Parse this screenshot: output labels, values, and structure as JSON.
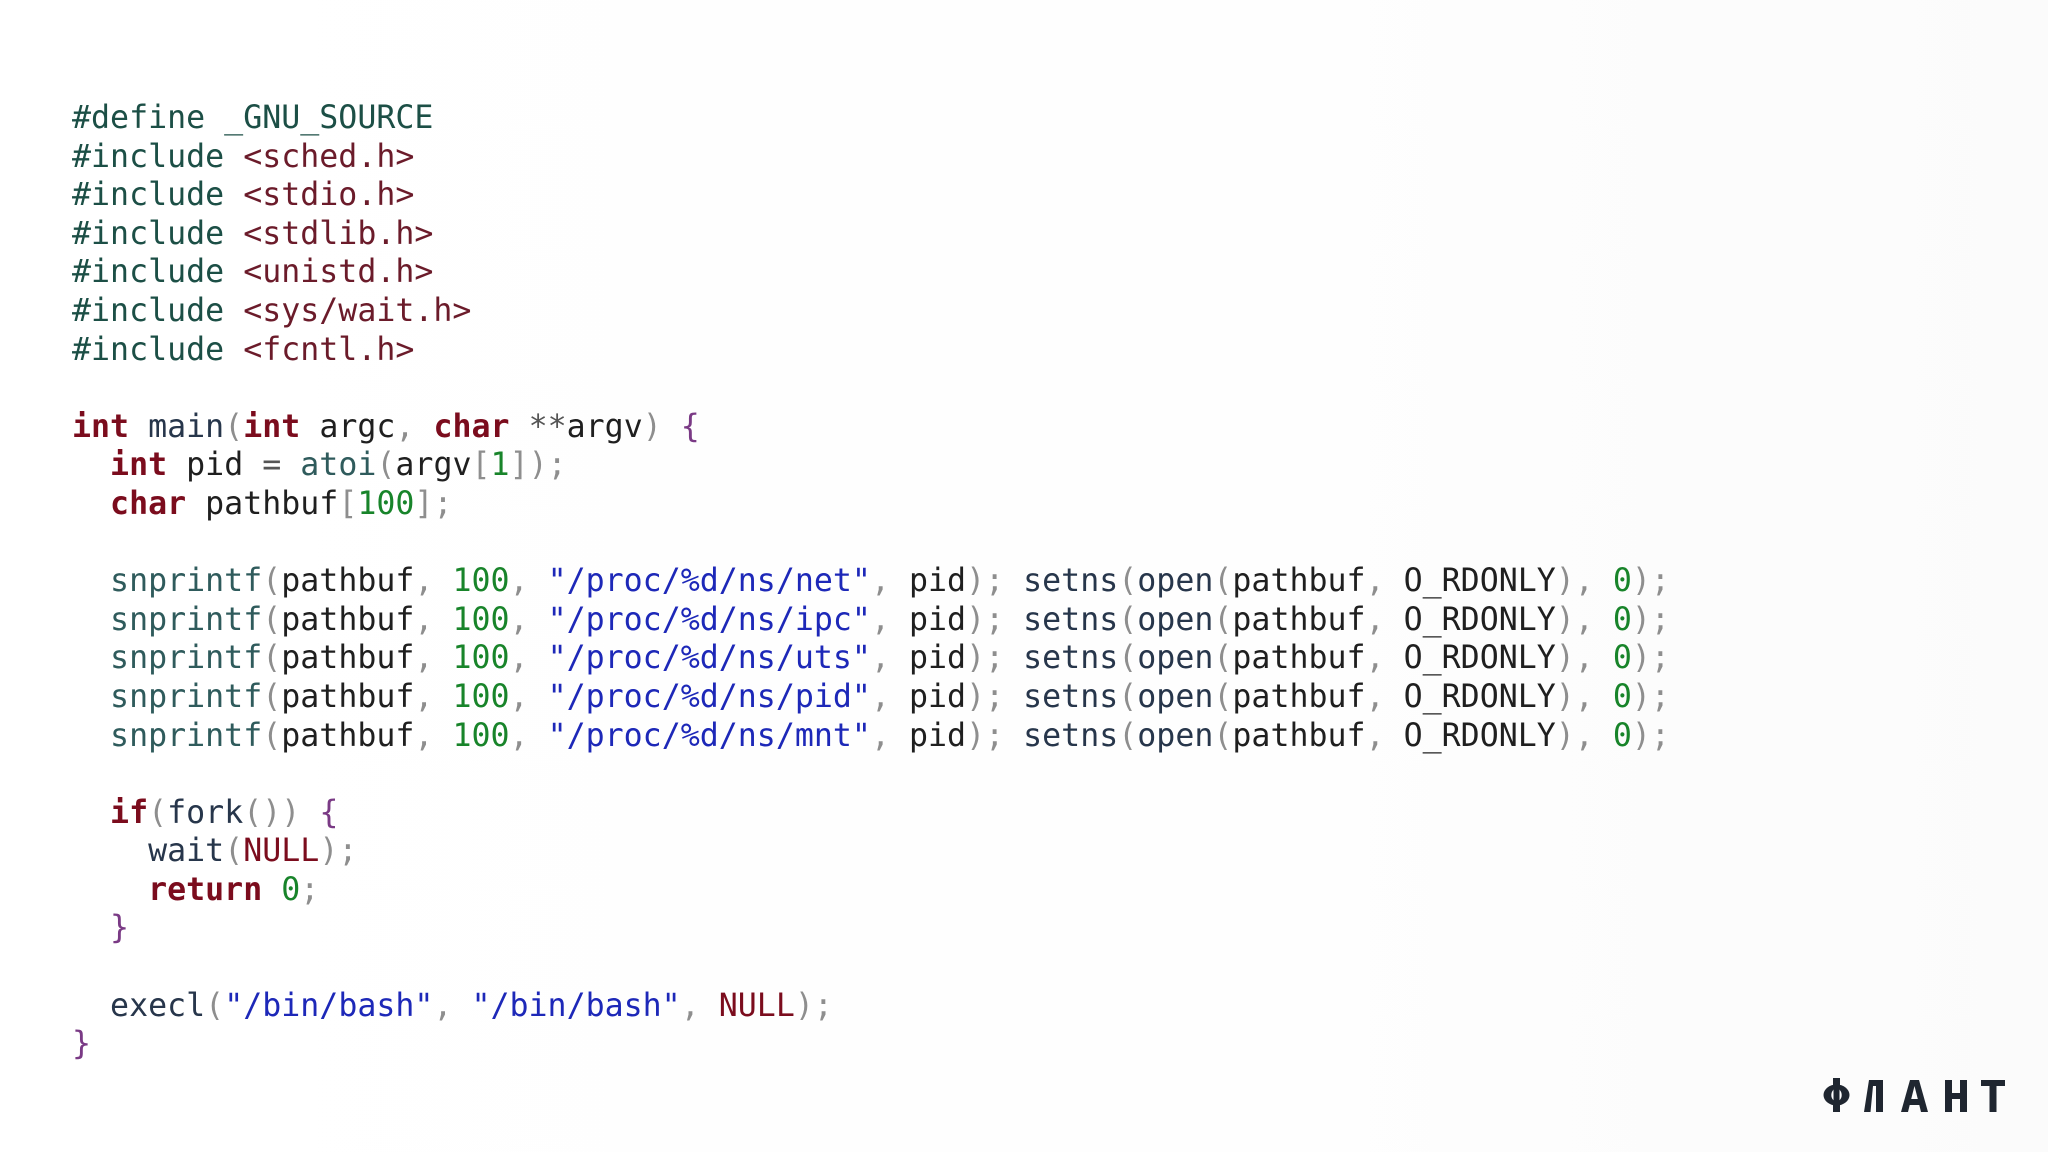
{
  "slide": {
    "brand": "ФЛАНТ",
    "code_lines": [
      [
        {
          "t": "#define ",
          "c": "pp"
        },
        {
          "t": "_GNU_SOURCE",
          "c": "pp"
        }
      ],
      [
        {
          "t": "#include ",
          "c": "pp"
        },
        {
          "t": "<sched.h>",
          "c": "inc"
        }
      ],
      [
        {
          "t": "#include ",
          "c": "pp"
        },
        {
          "t": "<stdio.h>",
          "c": "inc"
        }
      ],
      [
        {
          "t": "#include ",
          "c": "pp"
        },
        {
          "t": "<stdlib.h>",
          "c": "inc"
        }
      ],
      [
        {
          "t": "#include ",
          "c": "pp"
        },
        {
          "t": "<unistd.h>",
          "c": "inc"
        }
      ],
      [
        {
          "t": "#include ",
          "c": "pp"
        },
        {
          "t": "<sys/wait.h>",
          "c": "inc"
        }
      ],
      [
        {
          "t": "#include ",
          "c": "pp"
        },
        {
          "t": "<fcntl.h>",
          "c": "inc"
        }
      ],
      [],
      [
        {
          "t": "int",
          "c": "kw"
        },
        {
          "t": " main",
          "c": "fn"
        },
        {
          "t": "(",
          "c": "punc"
        },
        {
          "t": "int",
          "c": "kw"
        },
        {
          "t": " argc",
          "c": "id"
        },
        {
          "t": ", ",
          "c": "punc"
        },
        {
          "t": "char",
          "c": "kw"
        },
        {
          "t": " **",
          "c": "op"
        },
        {
          "t": "argv",
          "c": "id"
        },
        {
          "t": ") ",
          "c": "punc"
        },
        {
          "t": "{",
          "c": "br"
        }
      ],
      [
        {
          "t": "  ",
          "c": "id"
        },
        {
          "t": "int",
          "c": "kw"
        },
        {
          "t": " pid ",
          "c": "id"
        },
        {
          "t": "= ",
          "c": "op"
        },
        {
          "t": "atoi",
          "c": "fnc"
        },
        {
          "t": "(",
          "c": "punc"
        },
        {
          "t": "argv",
          "c": "id"
        },
        {
          "t": "[",
          "c": "punc"
        },
        {
          "t": "1",
          "c": "num"
        },
        {
          "t": "]);",
          "c": "punc"
        }
      ],
      [
        {
          "t": "  ",
          "c": "id"
        },
        {
          "t": "char",
          "c": "kw"
        },
        {
          "t": " pathbuf",
          "c": "id"
        },
        {
          "t": "[",
          "c": "punc"
        },
        {
          "t": "100",
          "c": "num"
        },
        {
          "t": "];",
          "c": "punc"
        }
      ],
      [],
      [
        {
          "t": "  ",
          "c": "id"
        },
        {
          "t": "snprintf",
          "c": "fnc"
        },
        {
          "t": "(",
          "c": "punc"
        },
        {
          "t": "pathbuf",
          "c": "id"
        },
        {
          "t": ", ",
          "c": "punc"
        },
        {
          "t": "100",
          "c": "num"
        },
        {
          "t": ", ",
          "c": "punc"
        },
        {
          "t": "\"/proc/%d/ns/net\"",
          "c": "str"
        },
        {
          "t": ", ",
          "c": "punc"
        },
        {
          "t": "pid",
          "c": "id"
        },
        {
          "t": "); ",
          "c": "punc"
        },
        {
          "t": "setns",
          "c": "fn"
        },
        {
          "t": "(",
          "c": "punc"
        },
        {
          "t": "open",
          "c": "fn"
        },
        {
          "t": "(",
          "c": "punc"
        },
        {
          "t": "pathbuf",
          "c": "id"
        },
        {
          "t": ", ",
          "c": "punc"
        },
        {
          "t": "O_RDONLY",
          "c": "id"
        },
        {
          "t": "), ",
          "c": "punc"
        },
        {
          "t": "0",
          "c": "num"
        },
        {
          "t": ");",
          "c": "punc"
        }
      ],
      [
        {
          "t": "  ",
          "c": "id"
        },
        {
          "t": "snprintf",
          "c": "fnc"
        },
        {
          "t": "(",
          "c": "punc"
        },
        {
          "t": "pathbuf",
          "c": "id"
        },
        {
          "t": ", ",
          "c": "punc"
        },
        {
          "t": "100",
          "c": "num"
        },
        {
          "t": ", ",
          "c": "punc"
        },
        {
          "t": "\"/proc/%d/ns/ipc\"",
          "c": "str"
        },
        {
          "t": ", ",
          "c": "punc"
        },
        {
          "t": "pid",
          "c": "id"
        },
        {
          "t": "); ",
          "c": "punc"
        },
        {
          "t": "setns",
          "c": "fn"
        },
        {
          "t": "(",
          "c": "punc"
        },
        {
          "t": "open",
          "c": "fn"
        },
        {
          "t": "(",
          "c": "punc"
        },
        {
          "t": "pathbuf",
          "c": "id"
        },
        {
          "t": ", ",
          "c": "punc"
        },
        {
          "t": "O_RDONLY",
          "c": "id"
        },
        {
          "t": "), ",
          "c": "punc"
        },
        {
          "t": "0",
          "c": "num"
        },
        {
          "t": ");",
          "c": "punc"
        }
      ],
      [
        {
          "t": "  ",
          "c": "id"
        },
        {
          "t": "snprintf",
          "c": "fnc"
        },
        {
          "t": "(",
          "c": "punc"
        },
        {
          "t": "pathbuf",
          "c": "id"
        },
        {
          "t": ", ",
          "c": "punc"
        },
        {
          "t": "100",
          "c": "num"
        },
        {
          "t": ", ",
          "c": "punc"
        },
        {
          "t": "\"/proc/%d/ns/uts\"",
          "c": "str"
        },
        {
          "t": ", ",
          "c": "punc"
        },
        {
          "t": "pid",
          "c": "id"
        },
        {
          "t": "); ",
          "c": "punc"
        },
        {
          "t": "setns",
          "c": "fn"
        },
        {
          "t": "(",
          "c": "punc"
        },
        {
          "t": "open",
          "c": "fn"
        },
        {
          "t": "(",
          "c": "punc"
        },
        {
          "t": "pathbuf",
          "c": "id"
        },
        {
          "t": ", ",
          "c": "punc"
        },
        {
          "t": "O_RDONLY",
          "c": "id"
        },
        {
          "t": "), ",
          "c": "punc"
        },
        {
          "t": "0",
          "c": "num"
        },
        {
          "t": ");",
          "c": "punc"
        }
      ],
      [
        {
          "t": "  ",
          "c": "id"
        },
        {
          "t": "snprintf",
          "c": "fnc"
        },
        {
          "t": "(",
          "c": "punc"
        },
        {
          "t": "pathbuf",
          "c": "id"
        },
        {
          "t": ", ",
          "c": "punc"
        },
        {
          "t": "100",
          "c": "num"
        },
        {
          "t": ", ",
          "c": "punc"
        },
        {
          "t": "\"/proc/%d/ns/pid\"",
          "c": "str"
        },
        {
          "t": ", ",
          "c": "punc"
        },
        {
          "t": "pid",
          "c": "id"
        },
        {
          "t": "); ",
          "c": "punc"
        },
        {
          "t": "setns",
          "c": "fn"
        },
        {
          "t": "(",
          "c": "punc"
        },
        {
          "t": "open",
          "c": "fn"
        },
        {
          "t": "(",
          "c": "punc"
        },
        {
          "t": "pathbuf",
          "c": "id"
        },
        {
          "t": ", ",
          "c": "punc"
        },
        {
          "t": "O_RDONLY",
          "c": "id"
        },
        {
          "t": "), ",
          "c": "punc"
        },
        {
          "t": "0",
          "c": "num"
        },
        {
          "t": ");",
          "c": "punc"
        }
      ],
      [
        {
          "t": "  ",
          "c": "id"
        },
        {
          "t": "snprintf",
          "c": "fnc"
        },
        {
          "t": "(",
          "c": "punc"
        },
        {
          "t": "pathbuf",
          "c": "id"
        },
        {
          "t": ", ",
          "c": "punc"
        },
        {
          "t": "100",
          "c": "num"
        },
        {
          "t": ", ",
          "c": "punc"
        },
        {
          "t": "\"/proc/%d/ns/mnt\"",
          "c": "str"
        },
        {
          "t": ", ",
          "c": "punc"
        },
        {
          "t": "pid",
          "c": "id"
        },
        {
          "t": "); ",
          "c": "punc"
        },
        {
          "t": "setns",
          "c": "fn"
        },
        {
          "t": "(",
          "c": "punc"
        },
        {
          "t": "open",
          "c": "fn"
        },
        {
          "t": "(",
          "c": "punc"
        },
        {
          "t": "pathbuf",
          "c": "id"
        },
        {
          "t": ", ",
          "c": "punc"
        },
        {
          "t": "O_RDONLY",
          "c": "id"
        },
        {
          "t": "), ",
          "c": "punc"
        },
        {
          "t": "0",
          "c": "num"
        },
        {
          "t": ");",
          "c": "punc"
        }
      ],
      [],
      [
        {
          "t": "  ",
          "c": "id"
        },
        {
          "t": "if",
          "c": "kw"
        },
        {
          "t": "(",
          "c": "punc"
        },
        {
          "t": "fork",
          "c": "fn"
        },
        {
          "t": "()) ",
          "c": "punc"
        },
        {
          "t": "{",
          "c": "br"
        }
      ],
      [
        {
          "t": "    ",
          "c": "id"
        },
        {
          "t": "wait",
          "c": "fn"
        },
        {
          "t": "(",
          "c": "punc"
        },
        {
          "t": "NULL",
          "c": "null"
        },
        {
          "t": ");",
          "c": "punc"
        }
      ],
      [
        {
          "t": "    ",
          "c": "id"
        },
        {
          "t": "return",
          "c": "kw"
        },
        {
          "t": " ",
          "c": "id"
        },
        {
          "t": "0",
          "c": "num"
        },
        {
          "t": ";",
          "c": "punc"
        }
      ],
      [
        {
          "t": "  ",
          "c": "id"
        },
        {
          "t": "}",
          "c": "br"
        }
      ],
      [],
      [
        {
          "t": "  ",
          "c": "id"
        },
        {
          "t": "execl",
          "c": "fn"
        },
        {
          "t": "(",
          "c": "punc"
        },
        {
          "t": "\"/bin/bash\"",
          "c": "str"
        },
        {
          "t": ", ",
          "c": "punc"
        },
        {
          "t": "\"/bin/bash\"",
          "c": "str"
        },
        {
          "t": ", ",
          "c": "punc"
        },
        {
          "t": "NULL",
          "c": "null"
        },
        {
          "t": ");",
          "c": "punc"
        }
      ],
      [
        {
          "t": "}",
          "c": "br"
        }
      ]
    ]
  }
}
